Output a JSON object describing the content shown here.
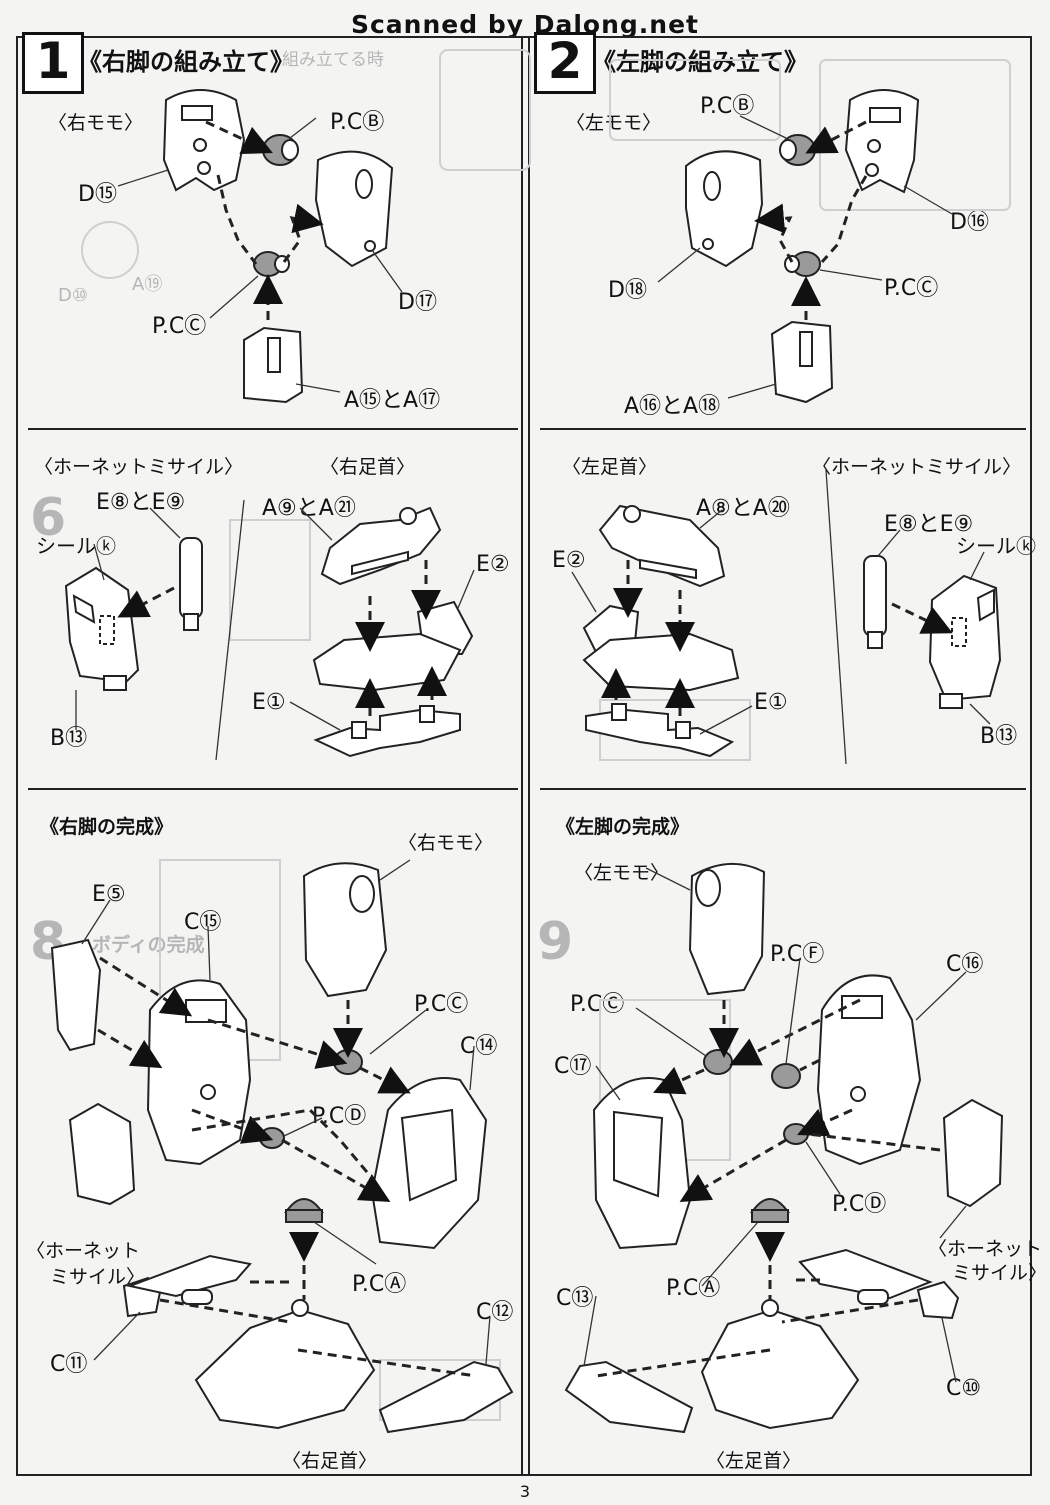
{
  "watermark": "Scanned by Dalong.net",
  "page_number": "3",
  "steps": [
    {
      "number": "1",
      "title": "《右脚の組み立て》",
      "thigh": {
        "label": "〈右モモ〉",
        "parts": [
          "P.CⒷ",
          "D⑮",
          "D⑰",
          "P.CⒸ",
          "A⑮とA⑰"
        ]
      },
      "missile": {
        "label": "〈ホーネットミサイル〉",
        "parts": [
          "E⑧とE⑨",
          "シールⓚ",
          "B⑬"
        ]
      },
      "ankle": {
        "label": "〈右足首〉",
        "parts": [
          "A⑨とA㉑",
          "E②",
          "E①"
        ]
      },
      "complete": {
        "title": "《右脚の完成》",
        "thigh_label": "〈右モモ〉",
        "missile_label_1": "〈ホーネット",
        "missile_label_2": "ミサイル〉",
        "ankle_label": "〈右足首〉",
        "parts": [
          "E⑤",
          "C⑮",
          "P.CⒸ",
          "C⑭",
          "P.CⒹ",
          "P.CⒶ",
          "C⑫",
          "C⑪"
        ]
      }
    },
    {
      "number": "2",
      "title": "《左脚の組み立て》",
      "thigh": {
        "label": "〈左モモ〉",
        "parts": [
          "P.CⒷ",
          "D⑯",
          "D⑱",
          "P.CⒸ",
          "A⑯とA⑱"
        ]
      },
      "missile": {
        "label": "〈ホーネットミサイル〉",
        "parts": [
          "E⑧とE⑨",
          "シールⓚ",
          "B⑬"
        ]
      },
      "ankle": {
        "label": "〈左足首〉",
        "parts": [
          "A⑧とA⑳",
          "E②",
          "E①"
        ]
      },
      "complete": {
        "title": "《左脚の完成》",
        "thigh_label": "〈左モモ〉",
        "missile_label_1": "〈ホーネット",
        "missile_label_2": "ミサイル〉",
        "ankle_label": "〈左足首〉",
        "parts": [
          "P.CⒻ",
          "C⑯",
          "P.CⒸ",
          "C⑰",
          "P.CⒹ",
          "P.CⒶ",
          "C⑬",
          "C⑩"
        ]
      }
    }
  ],
  "bleed_through_text": [
    "組み立てる時",
    "ボディの完成",
    "9",
    "8",
    "6",
    "D⑩",
    "A⑲"
  ]
}
